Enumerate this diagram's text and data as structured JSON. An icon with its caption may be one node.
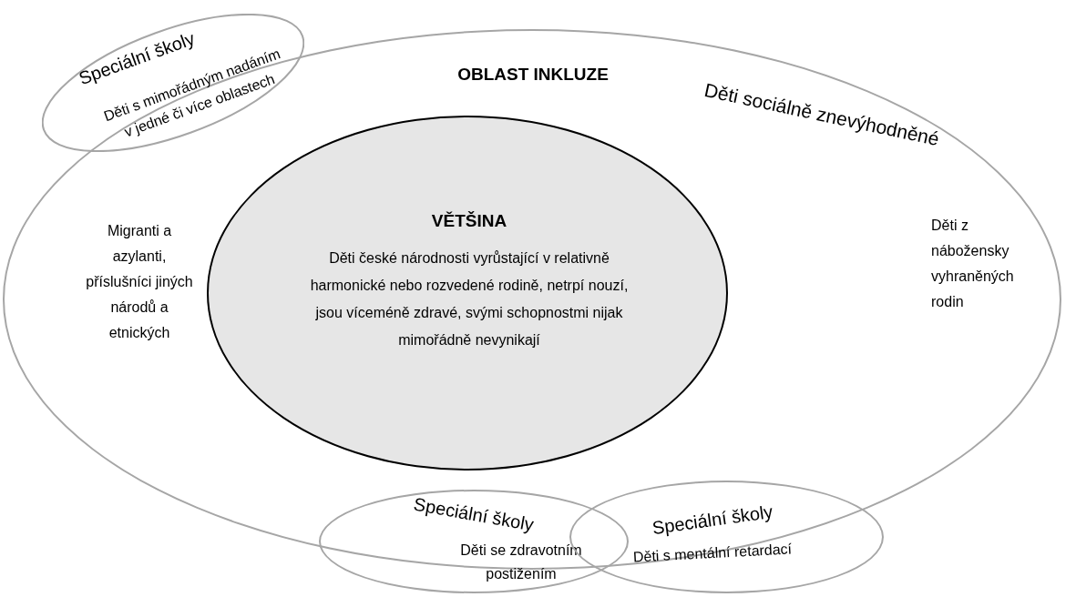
{
  "diagram": {
    "nodes": [
      {
        "text": [
          "OBLAST INKLUZE",
          "Děti sociálně znevýhodněné",
          "Migranti a azylanti, příslušníci jiných národů a etnických",
          "Děti z nábožensky vyhraněných rodin"
        ]
      },
      {
        "text": [
          "VĚTŠINA",
          "Děti české národnosti vyrůstající v relativně harmonické nebo rozvedené rodině, netrpí nouzí, jsou víceméně zdravé, svými schopnostmi nijak mimořádně nevynikají"
        ],
        "in": 0
      },
      {
        "text": [
          "Speciální školy",
          "Děti s mimořádným nadáním v jedné či více oblastech"
        ]
      },
      {
        "text": [
          "Speciální školy",
          "Děti se zdravotním postižením"
        ]
      },
      {
        "text": [
          "Speciální školy",
          "Děti s mentální retardací"
        ]
      }
    ]
  }
}
